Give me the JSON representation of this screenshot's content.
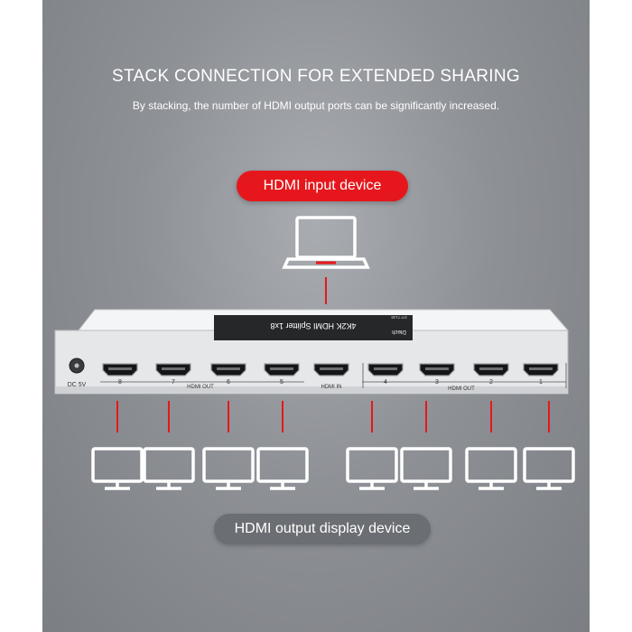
{
  "header": {
    "title": "STACK CONNECTION FOR EXTENDED SHARING",
    "subtitle": "By stacking, the number of HDMI output ports can be significantly increased."
  },
  "input_label": "HDMI input device",
  "output_label": "HDMI output display device",
  "device": {
    "label_lines": [
      "4K2K HDMI Splitter 1x8",
      "DT-7148"
    ],
    "brand": "Dtech",
    "dc_label": "DC 5V",
    "hdmi_out_label": "HDMI OUT",
    "hdmi_in_label": "HDMI IN",
    "ports_left": [
      "8",
      "7",
      "6",
      "5"
    ],
    "ports_right": [
      "4",
      "3",
      "2",
      "1"
    ]
  },
  "icons": {
    "input": "laptop-icon",
    "output": "monitor-icon"
  },
  "colors": {
    "accent": "#e6171c",
    "background": "#8e9196",
    "device": "#e9eaec",
    "output_pill": "#6b6e73"
  }
}
